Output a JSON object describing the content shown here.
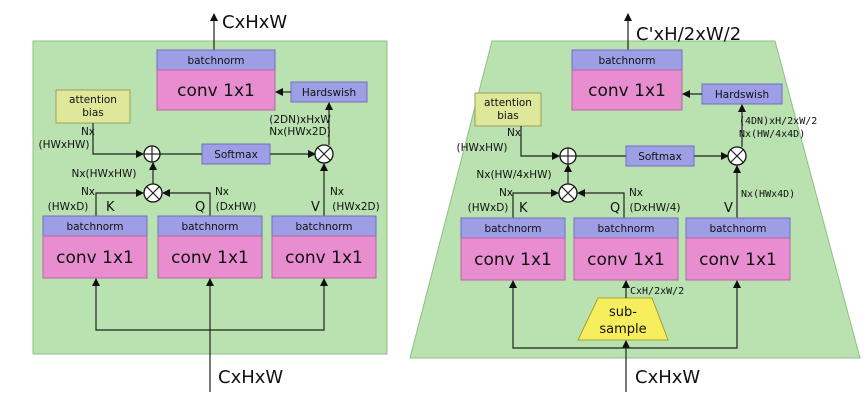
{
  "left": {
    "output": "CxHxW",
    "input": "CxHxW",
    "batchnorm": "batchnorm",
    "conv": "conv 1x1",
    "hardswish": "Hardswish",
    "softmax": "Softmax",
    "attention_bias": [
      "attention",
      "bias"
    ],
    "labels": {
      "k": "K",
      "q": "Q",
      "v": "V",
      "bias_dim_1": "Nx",
      "bias_dim_2": "(HWxHW)",
      "attn_dim": "Nx(HWxHW)",
      "k_dim_1": "Nx",
      "k_dim_2": "(HWxD)",
      "q_dim_1": "Nx",
      "q_dim_2": "(DxHW)",
      "v_dim_1": "Nx",
      "v_dim_2": "(HWx2D)",
      "out_dim_1": "(2DN)xHxW",
      "out_dim_2": "Nx(HWx2D)"
    }
  },
  "right": {
    "output": "C'xH/2xW/2",
    "input": "CxHxW",
    "batchnorm": "batchnorm",
    "conv": "conv 1x1",
    "hardswish": "Hardswish",
    "softmax": "Softmax",
    "attention_bias": [
      "attention",
      "bias"
    ],
    "subsample": [
      "sub-",
      "sample"
    ],
    "labels": {
      "k": "K",
      "q": "Q",
      "v": "V",
      "bias_dim_1": "Nx",
      "bias_dim_2": "(HWxHW)",
      "attn_dim": "Nx(HW/4xHW)",
      "k_dim_1": "Nx",
      "k_dim_2": "(HWxD)",
      "q_dim_1": "Nx",
      "q_dim_2": "(DxHW/4)",
      "v_dim": "Nx(HWx4D)",
      "sub_dim": "CxH/2xW/2",
      "out_dim_1": "(4DN)xH/2xW/2",
      "out_dim_2": "Nx(HW/4x4D)"
    }
  },
  "colors": {
    "background": "#b9e2b0",
    "batchnorm": "#9e9ee6",
    "conv": "#e88ed0",
    "attention_bias": "#dfe89a",
    "subsample": "#f7ee5e"
  }
}
